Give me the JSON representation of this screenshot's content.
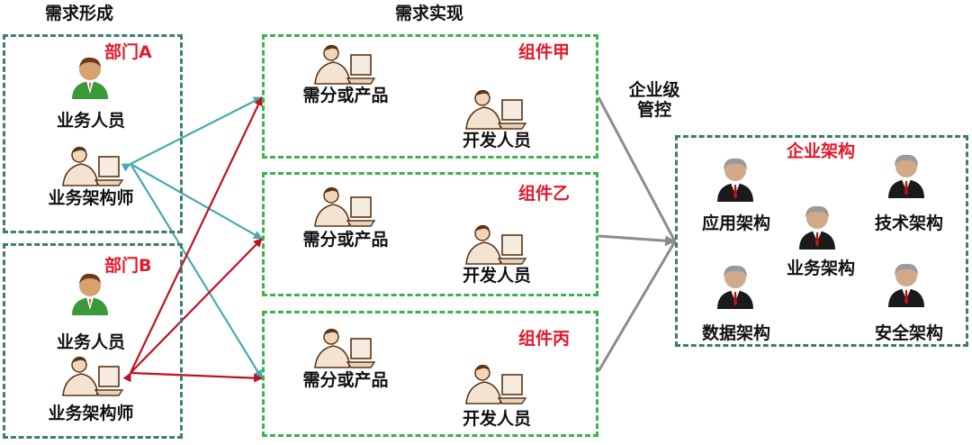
{
  "headers": {
    "left": "需求形成",
    "middle": "需求实现",
    "governance": "企业级\n管控"
  },
  "departments": [
    {
      "name": "部门A",
      "business_staff": "业务人员",
      "architect": "业务架构师"
    },
    {
      "name": "部门B",
      "business_staff": "业务人员",
      "architect": "业务架构师"
    }
  ],
  "components": [
    {
      "name": "组件甲",
      "pm": "需分或产品",
      "dev": "开发人员"
    },
    {
      "name": "组件乙",
      "pm": "需分或产品",
      "dev": "开发人员"
    },
    {
      "name": "组件丙",
      "pm": "需分或产品",
      "dev": "开发人员"
    }
  ],
  "enterprise": {
    "title": "企业架构",
    "roles": {
      "application": "应用架构",
      "technology": "技术架构",
      "business": "业务架构",
      "data": "数据架构",
      "security": "安全架构"
    }
  },
  "colors": {
    "teal_border": "#3f7b73",
    "green_border": "#39b54a",
    "red_text": "#e0192b",
    "teal_arrow": "#4aa9b0",
    "red_arrow": "#c0121f",
    "gray_arrow": "#8c8c8c"
  },
  "icons": {
    "business_staff": "person-green-icon",
    "architect": "person-at-computer-icon",
    "enterprise_architect": "person-suit-icon"
  }
}
